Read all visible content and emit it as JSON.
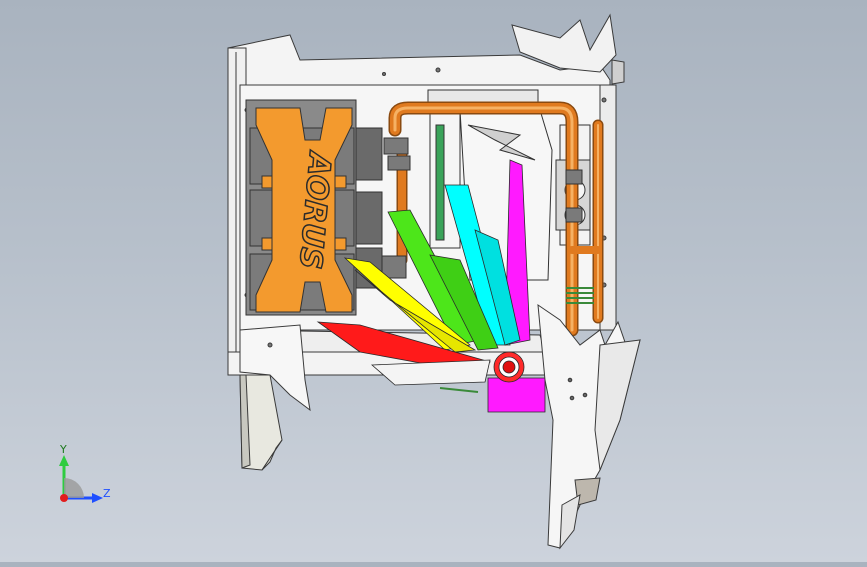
{
  "viewport": {
    "background_top": "#a9b3bf",
    "background_bottom": "#cdd3dc"
  },
  "model": {
    "fan_brand_text": "AORUS",
    "colors": {
      "frame": "#f2f2f2",
      "frame_edge": "#3a3a3a",
      "copper": "#e07a1f",
      "copper_light": "#f4a64e",
      "fan_orange": "#f39a2e",
      "dark_grey": "#6e6e6e",
      "panel_red": "#ff1a1a",
      "panel_yellow": "#ffff00",
      "panel_green": "#4de61a",
      "panel_cyan": "#00ffff",
      "panel_magenta": "#ff1aff"
    }
  },
  "triad": {
    "y_label": "Y",
    "z_label": "Z",
    "y_color": "#2ecc40",
    "z_color": "#1f4fff",
    "x_color": "#e11d1d"
  }
}
